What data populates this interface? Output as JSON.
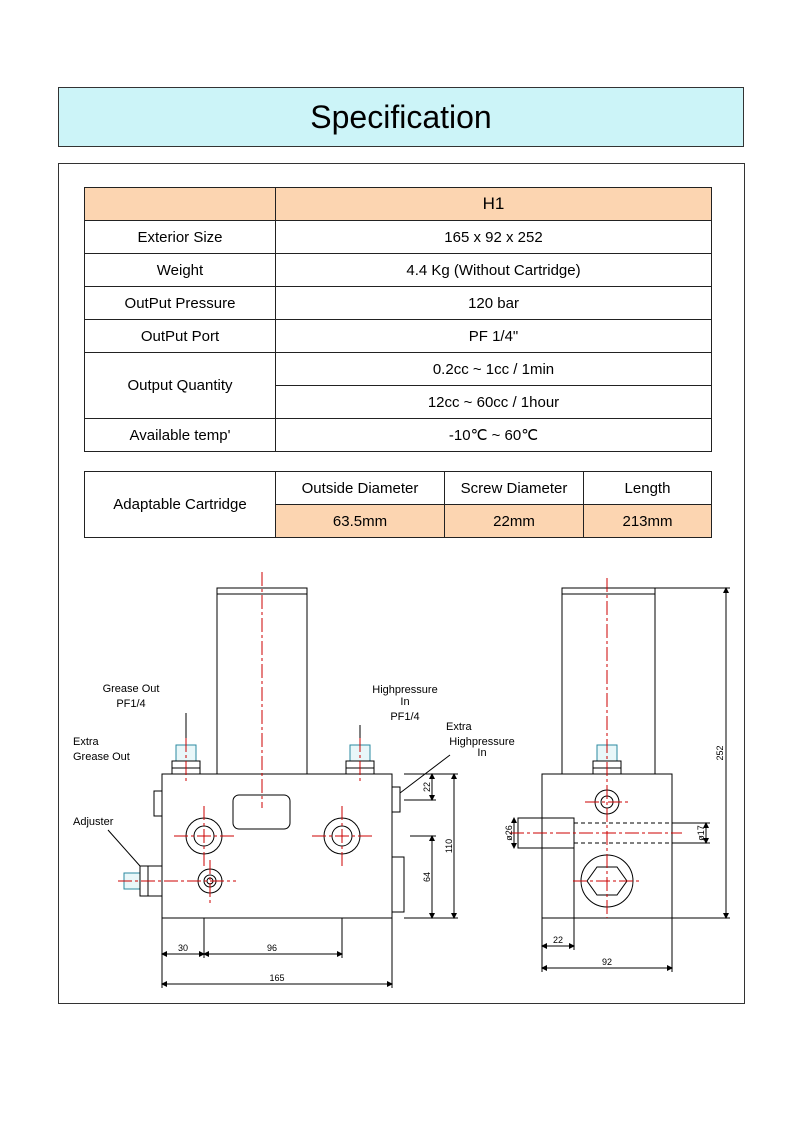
{
  "page_title": "Specification",
  "spec_table": {
    "model": "H1",
    "rows": [
      {
        "label": "Exterior Size",
        "value": "165 x 92 x 252"
      },
      {
        "label": "Weight",
        "value": "4.4 Kg (Without Cartridge)"
      },
      {
        "label": "OutPut Pressure",
        "value": "120 bar"
      },
      {
        "label": "OutPut Port",
        "value": "PF 1/4\""
      }
    ],
    "output_quantity": {
      "label": "Output Quantity",
      "value1": "0.2cc ~ 1cc / 1min",
      "value2": "12cc ~ 60cc / 1hour"
    },
    "temp": {
      "label": "Available temp'",
      "value": "-10℃ ~ 60℃"
    }
  },
  "cartridge_table": {
    "label": "Adaptable Cartridge",
    "headers": [
      "Outside Diameter",
      "Screw Diameter",
      "Length"
    ],
    "values": [
      "63.5mm",
      "22mm",
      "213mm"
    ]
  },
  "drawing": {
    "labels": {
      "grease_out": "Grease Out",
      "grease_out_port": "PF1/4",
      "extra_grease_1": "Extra",
      "extra_grease_2": "Grease Out",
      "adjuster": "Adjuster",
      "highpressure_1": "Highpressure",
      "highpressure_2": "In",
      "highpressure_port": "PF1/4",
      "extra_high_1": "Extra",
      "extra_high_2": "Highpressure",
      "extra_high_3": "In"
    },
    "dimensions": {
      "d22_top": "22",
      "d110": "110",
      "d64": "64",
      "d30": "30",
      "d96": "96",
      "d165": "165",
      "d252": "252",
      "d26": "ø26",
      "d17": "ø17",
      "d22_side": "22",
      "d92": "92"
    }
  },
  "colors": {
    "title_bg": "#ccf4f8",
    "header_bg": "#fcd5b1",
    "centerline": "#cc0000",
    "fitting": "#2a8aa0"
  }
}
